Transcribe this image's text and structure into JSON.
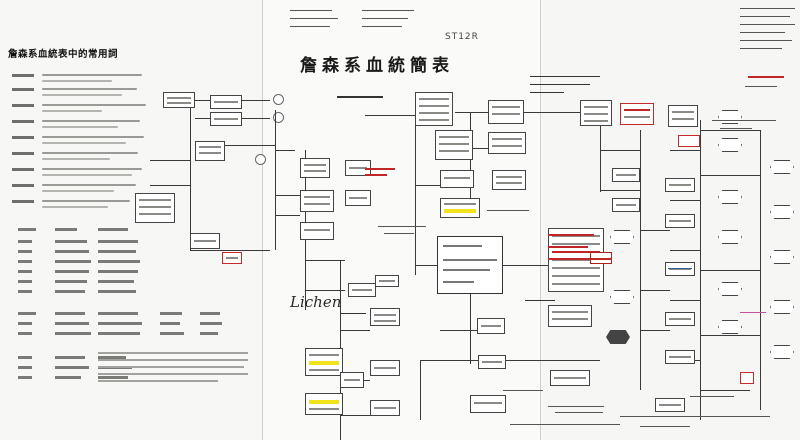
{
  "chart": {
    "title": "詹森系血統簡表",
    "code_tag": "ST12R",
    "handwriting": {
      "lichen": "Lichen"
    }
  },
  "glossary": {
    "title": "詹森系血統表中的常用詞"
  },
  "colors": {
    "paper": "#f7f7f5",
    "ink": "#222222",
    "highlight_yellow": "#f2e21c",
    "annotation_red": "#c02626",
    "annotation_blue": "#345aa8",
    "annotation_pink": "#c4509a"
  }
}
